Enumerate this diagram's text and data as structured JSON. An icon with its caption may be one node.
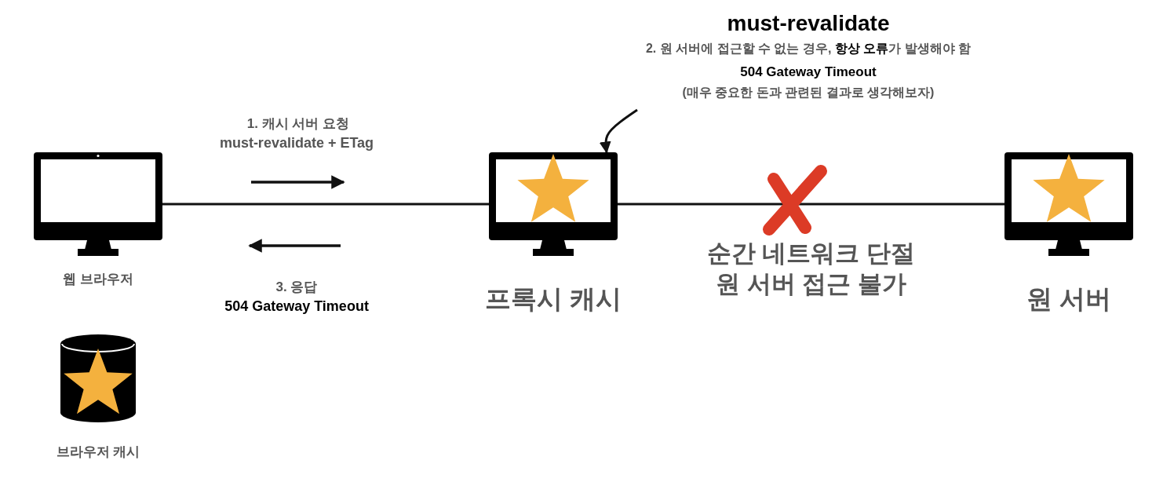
{
  "diagram": {
    "nodes": [
      {
        "text": [
          "웹 브라우저"
        ]
      },
      {
        "text": [
          "프록시 캐시"
        ]
      },
      {
        "text": [
          "원 서버"
        ]
      },
      {
        "text": [
          "브라우저 캐시"
        ]
      },
      {
        "text": [
          "must-revalidate",
          "2. 원 서버에 접근할 수 없는 경우, **항상 오류**가 발생해야 함",
          "504 Gateway Timeout",
          "(매우 중요한 돈과 관련된 결과로 생각해보자)"
        ]
      }
    ],
    "edges": [
      {
        "from": 0,
        "to": 1,
        "arrow": "none"
      },
      {
        "from": 1,
        "to": 2,
        "arrow": "none",
        "label": "순간 네트워크 단절 원 서버 접근 불가"
      },
      {
        "from": 4,
        "to": 1,
        "arrow": "to"
      }
    ],
    "labels": [
      "1. 캐시 서버 요청",
      "must-revalidate + ETag",
      "3. 응답",
      "504 Gateway Timeout"
    ]
  }
}
